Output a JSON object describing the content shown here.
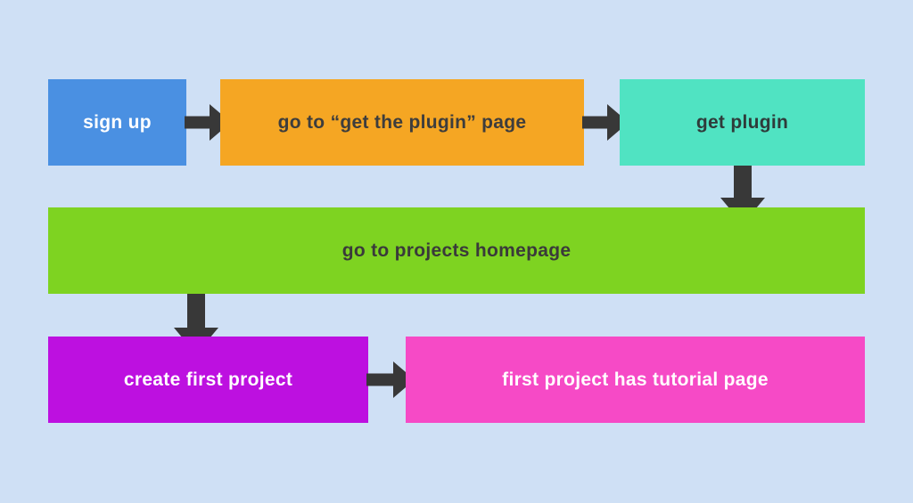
{
  "diagram": {
    "title": "onboarding-flowchart",
    "background_color": "#cfe0f5",
    "arrow_color": "#383838",
    "nodes": [
      {
        "id": "sign-up",
        "label": "sign up",
        "color": "#4a90e2",
        "text_color": "#ffffff"
      },
      {
        "id": "get-plugin-page",
        "label": "go to “get the plugin” page",
        "color": "#f5a623",
        "text_color": "#3d3d3d"
      },
      {
        "id": "get-plugin",
        "label": "get plugin",
        "color": "#50e3c2",
        "text_color": "#2f3b3a"
      },
      {
        "id": "projects-homepage",
        "label": "go to projects homepage",
        "color": "#7ed321",
        "text_color": "#3a3a3a"
      },
      {
        "id": "create-first-project",
        "label": "create first project",
        "color": "#bd10e0",
        "text_color": "#ffffff"
      },
      {
        "id": "tutorial-page",
        "label": "first project has tutorial page",
        "color": "#f64ac6",
        "text_color": "#ffffff"
      }
    ],
    "edges": [
      {
        "from": "sign-up",
        "to": "get-plugin-page",
        "direction": "right"
      },
      {
        "from": "get-plugin-page",
        "to": "get-plugin",
        "direction": "right"
      },
      {
        "from": "get-plugin",
        "to": "projects-homepage",
        "direction": "down"
      },
      {
        "from": "projects-homepage",
        "to": "create-first-project",
        "direction": "down"
      },
      {
        "from": "create-first-project",
        "to": "tutorial-page",
        "direction": "right"
      }
    ]
  }
}
